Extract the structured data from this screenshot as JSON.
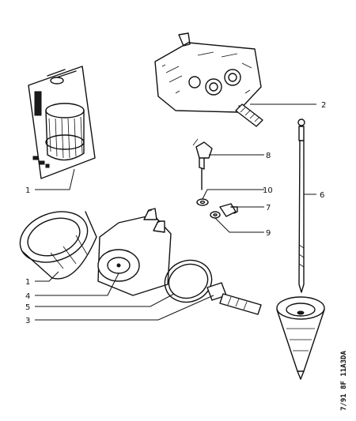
{
  "callouts": {
    "c1_top": "1",
    "c1_filter": "1",
    "c2": "2",
    "c3": "3",
    "c4": "4",
    "c5": "5",
    "c6": "6",
    "c7": "7",
    "c8": "8",
    "c9": "9",
    "c10": "10"
  },
  "reference": "7/91 8F 11A3DA"
}
